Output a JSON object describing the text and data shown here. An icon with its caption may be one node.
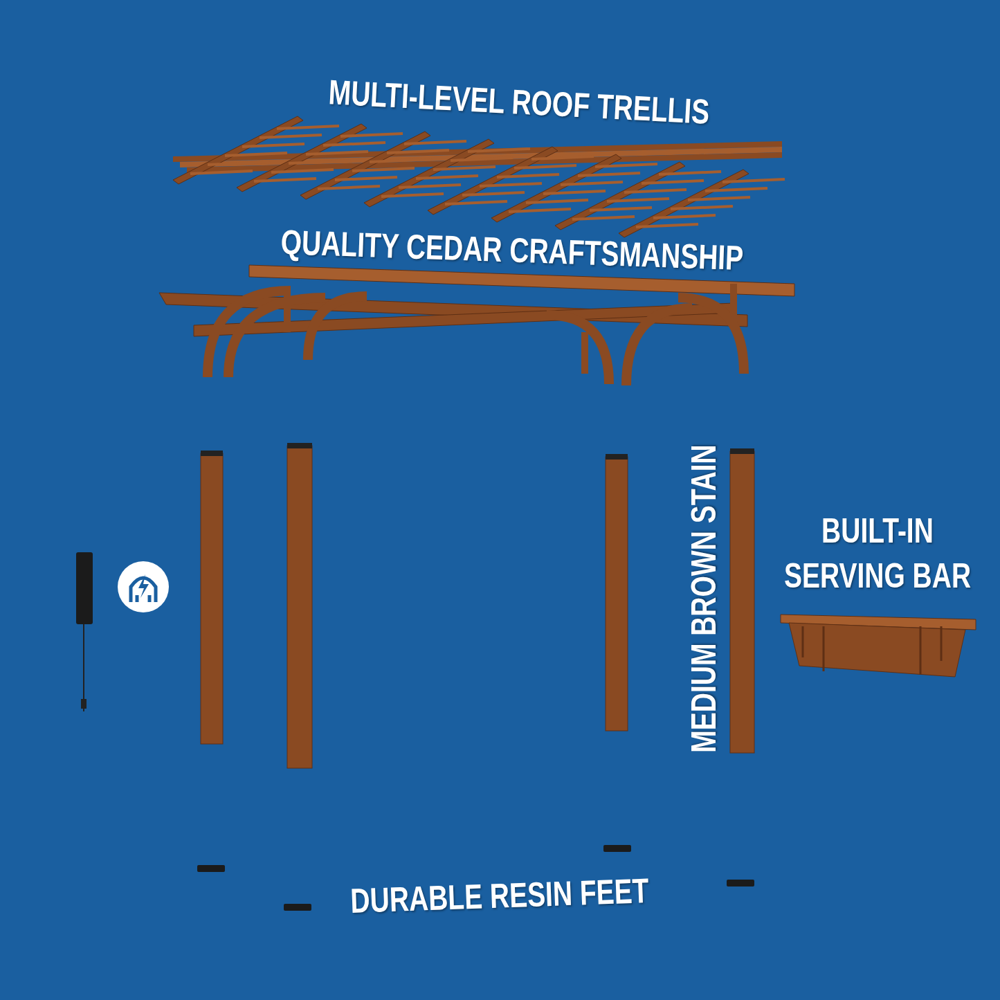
{
  "diagram": {
    "labels": [
      "MULTI-LEVEL ROOF TRELLIS",
      "QUALITY CEDAR CRAFTSMANSHIP",
      "MEDIUM BROWN STAIN",
      "BUILT-IN SERVING BAR",
      "DURABLE RESIN FEET"
    ]
  }
}
